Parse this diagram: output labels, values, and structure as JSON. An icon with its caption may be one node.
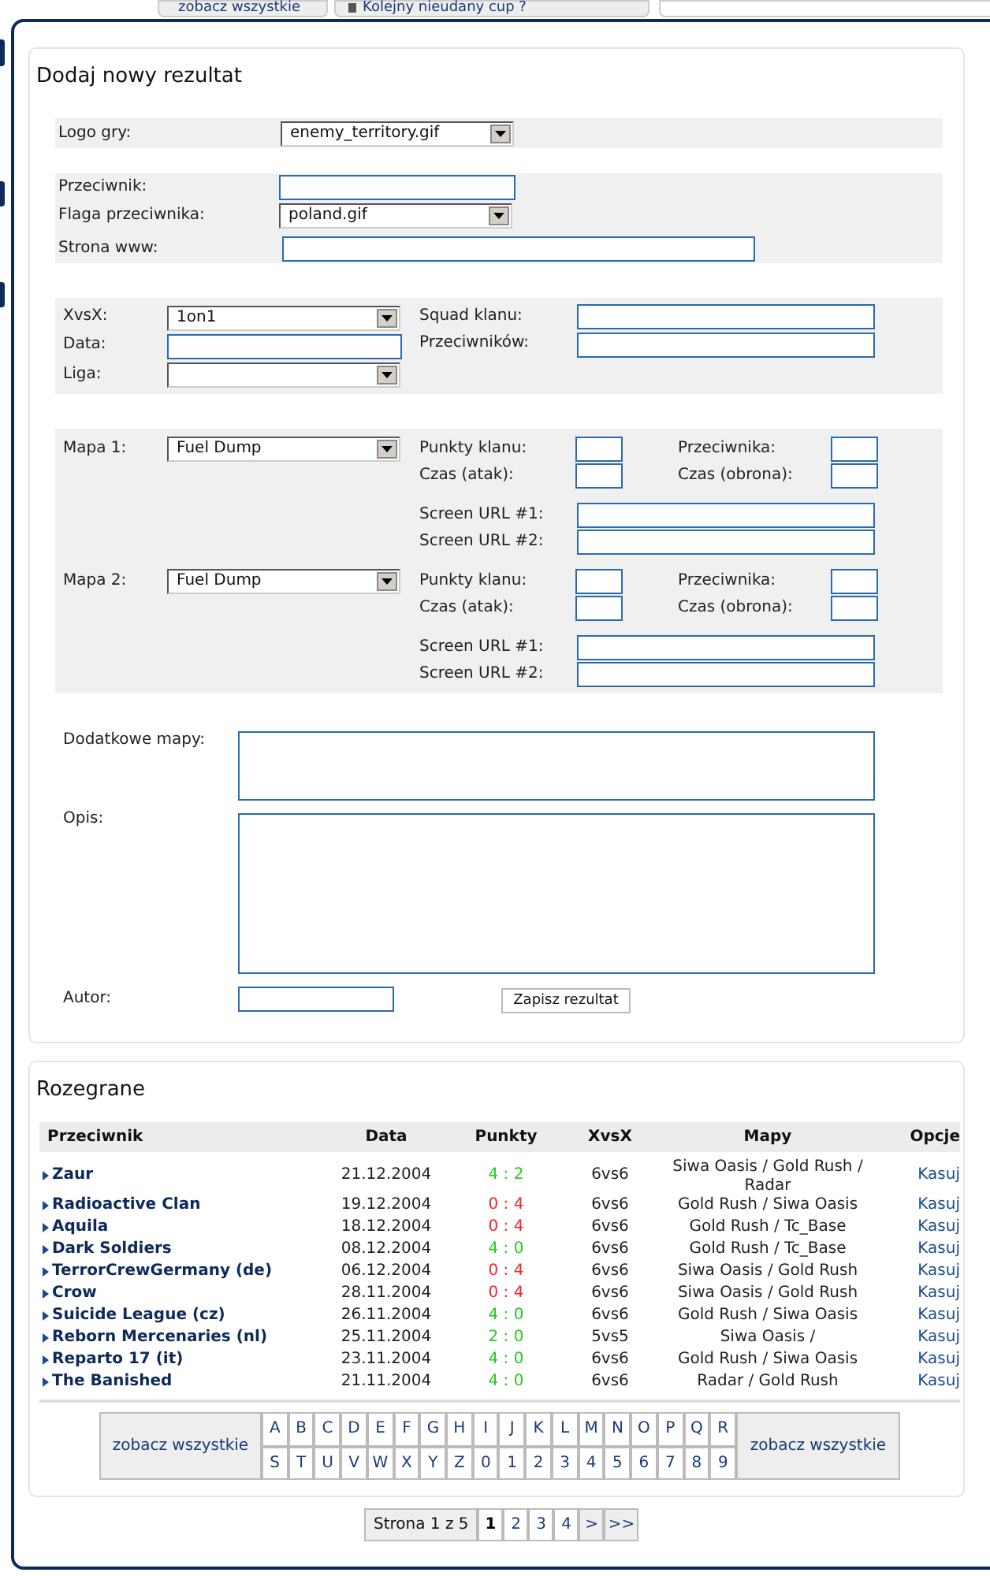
{
  "diagram": {
    "nodes": [
      {
        "text": [
          "Dodaj nowy rezultat"
        ]
      },
      {
        "text": [
          "Rozegrane"
        ]
      }
    ],
    "labels": [
      "zobacz wszystkie",
      "Kolejny nieudany cup ?",
      "Logo gry:",
      "enemy_territory.gif",
      "Przeciwnik:",
      "Flaga przeciwnika:",
      "poland.gif",
      "Strona www:",
      "XvsX:",
      "1on1",
      "Squad klanu:",
      "Data:",
      "Przeciwników:",
      "Liga:",
      "Mapa 1:",
      "Fuel Dump",
      "Punkty klanu:",
      "Przeciwnika:",
      "Czas (atak):",
      "Czas (obrona):",
      "Screen URL #1:",
      "Screen URL #2:",
      "Mapa 2:",
      "Fuel Dump",
      "Punkty klanu:",
      "Przeciwnika:",
      "Czas (atak):",
      "Czas (obrona):",
      "Screen URL #1:",
      "Screen URL #2:",
      "Dodatkowe mapy:",
      "Opis:",
      "Autor:",
      "Zapisz rezultat",
      "Przeciwnik",
      "Data",
      "Punkty",
      "XvsX",
      "Mapy",
      "Opcje",
      "Zaur",
      "21.12.2004",
      "4 : 2",
      "6vs6",
      "Siwa Oasis / Gold Rush / Radar",
      "Kasuj",
      "Radioactive Clan",
      "19.12.2004",
      "0 : 4",
      "6vs6",
      "Gold Rush / Siwa Oasis",
      "Kasuj",
      "Aquila",
      "18.12.2004",
      "0 : 4",
      "6vs6",
      "Gold Rush / Tc_Base",
      "Kasuj",
      "Dark Soldiers",
      "08.12.2004",
      "4 : 0",
      "6vs6",
      "Gold Rush / Tc_Base",
      "Kasuj",
      "TerrorCrewGermany (de)",
      "06.12.2004",
      "0 : 4",
      "6vs6",
      "Siwa Oasis / Gold Rush",
      "Kasuj",
      "Crow",
      "28.11.2004",
      "0 : 4",
      "6vs6",
      "Siwa Oasis / Gold Rush",
      "Kasuj",
      "Suicide League (cz)",
      "26.11.2004",
      "4 : 0",
      "6vs6",
      "Gold Rush / Siwa Oasis",
      "Kasuj",
      "Reborn Mercenaries (nl)",
      "25.11.2004",
      "2 : 0",
      "5vs5",
      "Siwa Oasis /",
      "Kasuj",
      "Reparto 17 (it)",
      "23.11.2004",
      "4 : 0",
      "6vs6",
      "Gold Rush / Siwa Oasis",
      "Kasuj",
      "The Banished",
      "21.11.2004",
      "4 : 0",
      "6vs6",
      "Radar / Gold Rush",
      "Kasuj",
      "zobacz wszystkie",
      "A",
      "B",
      "C",
      "D",
      "E",
      "F",
      "G",
      "H",
      "I",
      "J",
      "K",
      "L",
      "M",
      "N",
      "O",
      "P",
      "Q",
      "R",
      "zobacz wszystkie",
      "S",
      "T",
      "U",
      "V",
      "W",
      "X",
      "Y",
      "Z",
      "0",
      "1",
      "2",
      "3",
      "4",
      "5",
      "6",
      "7",
      "8",
      "9",
      "Strona 1 z 5",
      "1",
      "2",
      "3",
      "4",
      ">",
      ">>"
    ]
  }
}
